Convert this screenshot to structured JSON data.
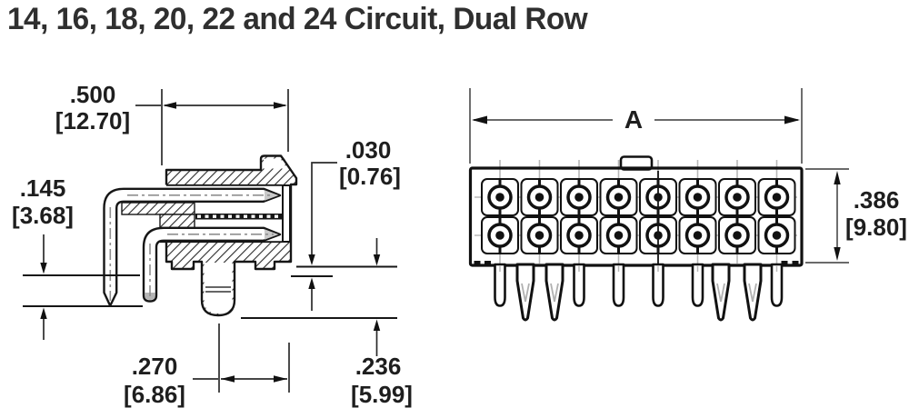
{
  "title": "14, 16, 18, 20, 22 and 24 Circuit, Dual Row",
  "side_view": {
    "dim_depth": {
      "in": ".500",
      "mm": "[12.70]"
    },
    "dim_standoff": {
      "in": ".030",
      "mm": "[0.76]"
    },
    "dim_pin_tail": {
      "in": ".145",
      "mm": "[3.68]"
    },
    "dim_peg_to_face": {
      "in": ".270",
      "mm": "[6.86]"
    },
    "dim_peg_depth": {
      "in": ".236",
      "mm": "[5.99]"
    }
  },
  "front_view": {
    "dim_width_label": "A",
    "dim_height": {
      "in": ".386",
      "mm": "[9.80]"
    },
    "rows": 2,
    "columns": 8
  },
  "colors": {
    "line": "#161616",
    "dim_text": "#1e1e1e",
    "centerline": "#b8b8b8",
    "title": "#2f2f2f",
    "background": "#ffffff"
  }
}
